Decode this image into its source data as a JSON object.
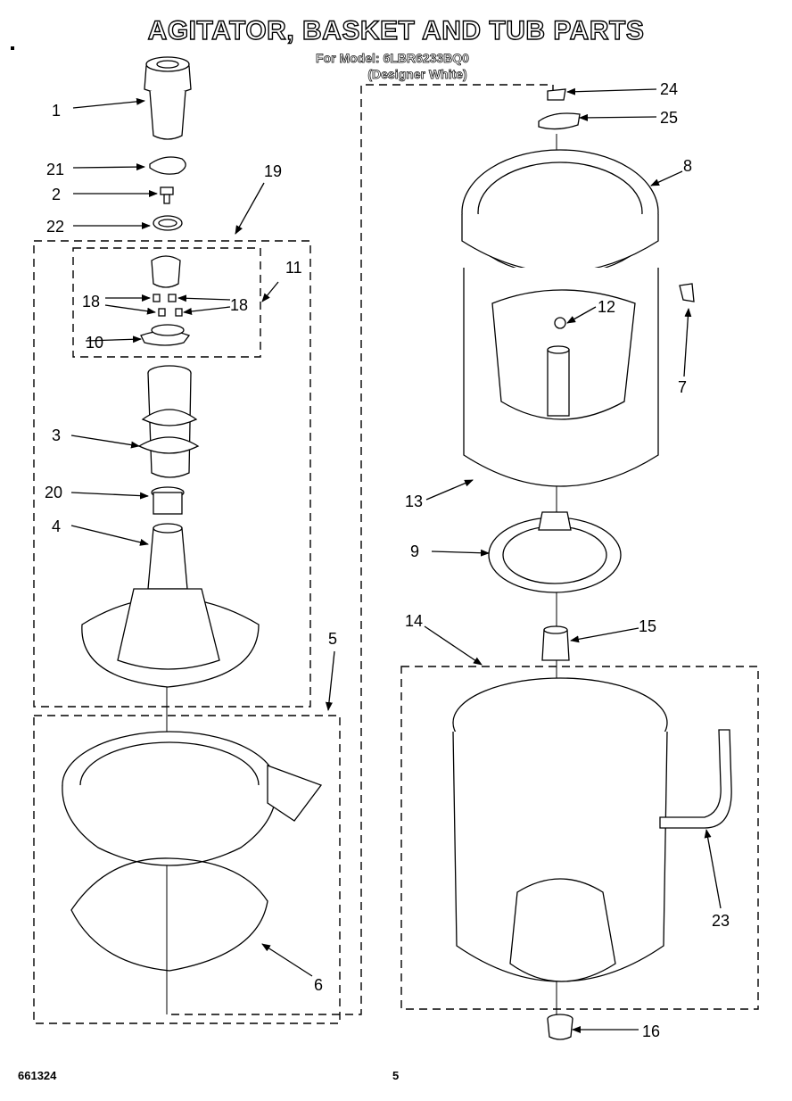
{
  "header": {
    "title": "AGITATOR, BASKET AND TUB PARTS",
    "model_line": "For Model: 6LBR6233BQ0",
    "color_line": "(Designer White)"
  },
  "footer": {
    "doc_number": "661324",
    "page_number": "5"
  },
  "callouts": {
    "c1": "1",
    "c2": "2",
    "c3": "3",
    "c4": "4",
    "c5": "5",
    "c6": "6",
    "c7": "7",
    "c8": "8",
    "c9": "9",
    "c10": "10",
    "c11": "11",
    "c12": "12",
    "c13": "13",
    "c14": "14",
    "c15": "15",
    "c16": "16",
    "c18a": "18",
    "c18b": "18",
    "c19": "19",
    "c20": "20",
    "c21": "21",
    "c22": "22",
    "c23": "23",
    "c24": "24",
    "c25": "25"
  }
}
